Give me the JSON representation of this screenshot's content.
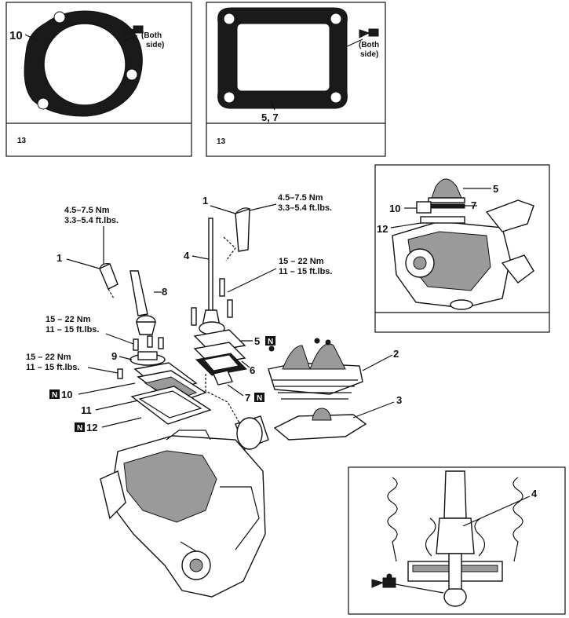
{
  "panels": {
    "gasket_round": {
      "part_label": "10",
      "sealant_note": "(Both side)",
      "footer_number": "13"
    },
    "gasket_square": {
      "part_label": "5, 7",
      "sealant_note": "(Both side)",
      "footer_number": "13"
    },
    "inset_assembly": {
      "labels": [
        "5",
        "10",
        "7",
        "12"
      ]
    },
    "inset_boot": {
      "labels": [
        "4"
      ]
    }
  },
  "torque_specs": {
    "knob_left": {
      "nm": "4.5–7.5 Nm",
      "ftlbs": "3.3–5.4 ft.lbs."
    },
    "knob_right": {
      "nm": "4.5–7.5 Nm",
      "ftlbs": "3.3–5.4 ft.lbs."
    },
    "lever_bolts_upper": {
      "nm": "15 – 22 Nm",
      "ftlbs": "11 – 15 ft.lbs."
    },
    "lever_bolts_right": {
      "nm": "15 – 22 Nm",
      "ftlbs": "11 – 15 ft.lbs."
    },
    "lever_bolts_lower": {
      "nm": "15 – 22 Nm",
      "ftlbs": "11 – 15 ft.lbs."
    }
  },
  "callouts": {
    "left_knob": "1",
    "right_knob": "1",
    "lever": "4",
    "lever_left": "8",
    "boot_upper": "2",
    "boot_lower": "3",
    "plate_5": "5",
    "plate_6": "6",
    "plate_7": "7",
    "retainer_9": "9",
    "gasket_10": "10",
    "housing_11": "11",
    "gasket_12": "12"
  },
  "badges": {
    "new_part_symbol": "N"
  },
  "colors": {
    "ink": "#111111",
    "paper": "#ffffff",
    "shade": "#9a9a9a"
  },
  "icons": [
    "sealant-tube-icon",
    "new-part-badge-icon"
  ]
}
